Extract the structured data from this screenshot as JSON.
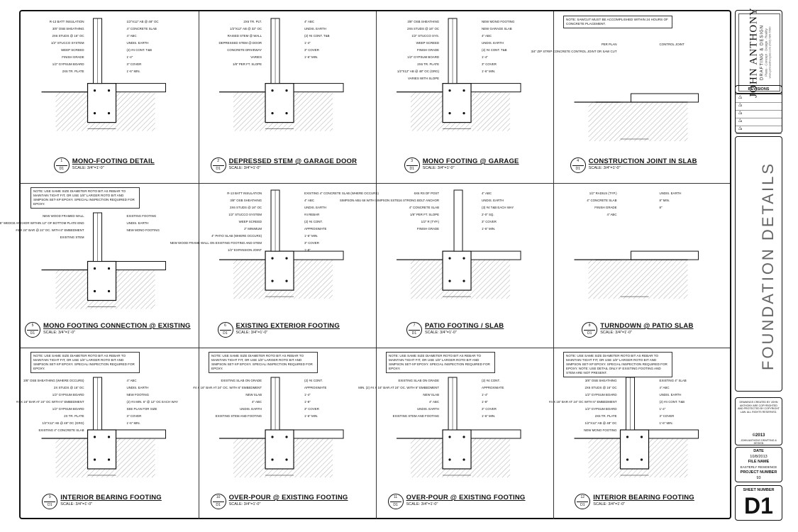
{
  "details": [
    {
      "num": "1",
      "sheet": "D1",
      "title": "MONO-FOOTING DETAIL",
      "scale": "SCALE: 3/4\"=1'-0\"",
      "note": "",
      "labels": [
        "R-13 BATT INSULATION",
        "3/8\" OSB SHEATHING",
        "2x6 STUDS @ 16\" OC",
        "1/2\" STUCCO SYSTEM",
        "WEEP SCREED",
        "FINISH GRADE",
        "1/2\" GYPSUM BOARD",
        "2x6 TR. PLATE",
        "1/2\"x12\" AB @ 48\" OC",
        "4\" CONCRETE SLAB",
        "4\" ABC",
        "UNDIS. EARTH",
        "(2) #4 CONT. T&B",
        "1'-4\"",
        "3\" COVER",
        "1'-6\" MIN."
      ]
    },
    {
      "num": "2",
      "sheet": "D1",
      "title": "DEPRESSED STEM @ GARAGE DOOR",
      "scale": "SCALE: 3/4\"=1'-0\"",
      "note": "",
      "labels": [
        "2x6 TR. PLT.",
        "1/2\"x12\" AB @ 32\" OC",
        "RAISED STEM @ WALL",
        "DEPRESSED STEM @ DOOR",
        "CONCRETE DRIVEWAY",
        "VARIES",
        "1/8\" PER FT. SLOPE",
        "4\" ABC",
        "UNDIS. EARTH",
        "(2) #4 CONT. T&B",
        "1'-4\"",
        "3\" COVER",
        "1'-6\" MIN."
      ]
    },
    {
      "num": "3",
      "sheet": "D1",
      "title": "MONO FOOTING @ GARAGE",
      "scale": "SCALE: 3/4\"=1'-0\"",
      "note": "",
      "labels": [
        "3/8\" OSB SHEATHING",
        "2x6 STUDS @ 16\" OC",
        "1/2\" STUCCO SYS.",
        "WEEP SCREED",
        "FINISH GRADE",
        "1/2\" GYPSUM BOARD",
        "2x6 TR. PLATE",
        "1/2\"x12\" AB @ 48\" OC (GRG)",
        "VARIES WITH SLOPE",
        "NEW MONO FOOTING",
        "NEW GARAGE SLAB",
        "4\" ABC",
        "UNDIS. EARTH",
        "(2) #4 CONT. T&B",
        "1'-4\"",
        "3\" COVER",
        "1'-6\" MIN."
      ]
    },
    {
      "num": "4",
      "sheet": "D1",
      "title": "CONSTRUCTION JOINT IN SLAB",
      "scale": "SCALE: 3/4\"=1'-0\"",
      "note": "NOTE: SAWCUT MUST BE ACCOMPLISHED WITHIN 24 HOURS OF CONCRETE PLACEMENT.",
      "labels": [
        "PER PLAN",
        "3/4\" ZIP STRIP CONCRETE CONTROL JOINT OR SAW CUT",
        "CONTROL JOINT"
      ]
    },
    {
      "num": "5",
      "sheet": "D1",
      "title": "MONO FOOTING CONNECTION @ EXISTING",
      "scale": "SCALE: 3/4\"=1'-0\"",
      "note": "NOTE: USE SAME SIZE DIAMETER ROTO BIT AS REBAR TO MAINTAIN TIGHT FIT, OR USE 1/8\" LARGER ROTO BIT AND SIMPSON SET-XP EPOXY. SPECIAL INSPECTION REQUIRED FOR EPOXY.",
      "labels": [
        "NEW WOOD FRAMED WALL",
        "SIMPSON 1/2\" x 5.5\" WEDGE ANCHOR WITHIN 12\" OF BOTTOM PLATE END",
        "#4 x 24\" BAR @ 24\" OC. WITH 6\" EMBEDMENT",
        "EXISTING STEM",
        "EXISTING FOOTING",
        "UNDIS. EARTH",
        "NEW MONO FOOTING"
      ]
    },
    {
      "num": "6",
      "sheet": "D1",
      "title": "EXISTING EXTERIOR FOOTING",
      "scale": "SCALE: 3/4\"=1'-0\"",
      "note": "",
      "labels": [
        "R-13 BATT INSULATION",
        "3/8\" OSB SHEATHING",
        "2x6 STUDS @ 16\" OC",
        "1/2\" STUCCO SYSTEM",
        "WEEP SCREED",
        "2\" MINIMUM",
        "4\" PATIO SLAB (WHERE OCCURS)",
        "NEW WOOD FRAME WALL ON EXISTING FOOTING AND STEM",
        "1/2\" EXPANSION JOINT",
        "EXISTING 4\" CONCRETE SLAB (WHERE OCCURS)",
        "4\" ABC",
        "UNDIS. EARTH",
        "#4 REBAR",
        "(2) #4 CONT.",
        "APPROXIMATE",
        "1'-6\" MIN.",
        "3\" COVER",
        "1'-8\""
      ]
    },
    {
      "num": "7",
      "sheet": "D1",
      "title": "PATIO FOOTING / SLAB",
      "scale": "SCALE: 3/4\"=1'-0\"",
      "note": "",
      "labels": [
        "6x6 RS DF POST",
        "SIMPSON ABU 66 WITH SIMPSON SSTB16 STRONG BOLT ANCHOR",
        "4\" CONCRETE SLAB",
        "1/8\" PER FT. SLOPE",
        "1/2\" R (TYP.)",
        "FINISH GRADE",
        "4\" ABC",
        "UNDIS. EARTH",
        "(3) #4 T&B EACH WAY",
        "2'-0\" SQ.",
        "3\" COVER",
        "1'-6\" MIN."
      ]
    },
    {
      "num": "8",
      "sheet": "D1",
      "title": "TURNDOWN @ PATIO SLAB",
      "scale": "SCALE: 3/4\"=1'-0\"",
      "note": "",
      "labels": [
        "1/2\" RADIUS (TYP.)",
        "4\" CONCRETE SLAB",
        "FINISH GRADE",
        "4\" ABC",
        "UNDIS. EARTH",
        "8\" MIN.",
        "8\""
      ]
    },
    {
      "num": "9",
      "sheet": "D1",
      "title": "INTERIOR BEARING FOOTING",
      "scale": "SCALE: 3/4\"=1'-0\"",
      "note": "NOTE: USE SAME SIZE DIAMETER ROTO BIT AS REBAR TO MAINTAIN TIGHT FIT, OR USE 1/8\" LARGER ROTO BIT AND SIMPSON SET-XP EPOXY. SPECIAL INSPECTION REQUIRED FOR EPOXY.",
      "labels": [
        "3/8\" OSB SHEATHING (WHERE OCCURS)",
        "2x STUDS @ 16\" OC",
        "1/2\" GYPSUM BOARD",
        "#4 x 16\" BAR AT 24\" OC WITH 6\" EMBEDMENT",
        "1/2\" GYPSUM BOARD",
        "2x TR. PLATE",
        "1/2\"x12\" AB @ 48\" OC (GRG)",
        "EXISTING 4\" CONCRETE SLAB",
        "4\" ABC",
        "UNDIS. EARTH",
        "NEW FOOTING",
        "(2) #4 MIN. 6\" @ 12\" OC EACH WAY",
        "SEE PLAN FOR SIZE",
        "3\" COVER",
        "1'-6\" MIN."
      ]
    },
    {
      "num": "10",
      "sheet": "D1",
      "title": "OVER-POUR @ EXISTING FOOTING",
      "scale": "SCALE: 3/4\"=1'-0\"",
      "note": "NOTE: USE SAME SIZE DIAMETER ROTO BIT AS REBAR TO MAINTAIN TIGHT FIT, OR USE 1/8\" LARGER ROTO BIT AND SIMPSON SET-XP EPOXY. SPECIAL INSPECTION REQUIRED FOR EPOXY.",
      "labels": [
        "EXISTING SLAB ON GRADE",
        "#4 x 16\" BAR AT 24\" OC. WITH 6\" EMBEDMENT",
        "NEW SLAB",
        "4\" ABC",
        "UNDIS. EARTH",
        "EXISTING STEM AND FOOTING",
        "(2) #4 CONT.",
        "APPROXIMATE",
        "1'-4\"",
        "1'-8\"",
        "3\" COVER",
        "1'-6\" MIN."
      ]
    },
    {
      "num": "11",
      "sheet": "D1",
      "title": "OVER-POUR @ EXISTING FOOTING",
      "scale": "SCALE: 3/4\"=1'-0\"",
      "note": "NOTE: USE SAME SIZE DIAMETER ROTO BIT AS REBAR TO MAINTAIN TIGHT FIT, OR USE 1/8\" LARGER ROTO BIT AND SIMPSON SET-XP EPOXY. SPECIAL INSPECTION REQUIRED FOR EPOXY.",
      "labels": [
        "EXISTING SLAB ON GRADE",
        "MIN. (2) #4 x 16\" BAR AT 24\" OC. WITH 6\" EMBEDMENT",
        "NEW SLAB",
        "4\" ABC",
        "UNDIS. EARTH",
        "EXISTING STEM AND FOOTING",
        "(2) #4 CONT.",
        "APPROXIMATE",
        "1'-4\"",
        "1'-8\"",
        "3\" COVER",
        "1'-6\" MIN."
      ]
    },
    {
      "num": "12",
      "sheet": "D1",
      "title": "INTERIOR BEARING FOOTING",
      "scale": "SCALE: 3/4\"=1'-0\"",
      "note": "NOTE: USE SAME SIZE DIAMETER ROTO BIT AS REBAR TO MAINTAIN TIGHT FIT, OR USE 1/8\" LARGER ROTO BIT AND SIMPSON SET-XP EPOXY. SPECIAL INSPECTION REQUIRED FOR EPOXY. NOTE: USE DETAIL ONLY IF EXISTING FOOTING AND STEM ARE NOT PRESENT.",
      "labels": [
        "3/8\" OSB SHEATHING",
        "2x6 STUDS @ 16\" OC",
        "1/2\" GYPSUM BOARD",
        "#4 x 16\" BAR AT 24\" OC WITH 6\" EMBEDMENT",
        "1/2\" GYPSUM BOARD",
        "2x6 TR. PLATE",
        "1/2\"x12\" AB @ 48\" OC",
        "NEW MONO FOOTING",
        "EXISTING 4\" SLAB",
        "4\" ABC",
        "UNDIS. EARTH",
        "(2) #4 CONT. T&B",
        "1'-4\"",
        "3\" COVER",
        "1'-6\" MIN."
      ]
    }
  ],
  "titleblock": {
    "company_name": "JOHN ANTHONY",
    "company_sub": "DRAFTING & DESIGN",
    "tagline": "Plans · Concept · Design · Reality",
    "contact": "www.johnanthonydd.com  (602) 686-5580",
    "revisions_header": "REVISIONS",
    "revisions": [
      "1",
      "2",
      "3",
      "4",
      "5"
    ],
    "sheet_title": "FOUNDATION DETAILS",
    "copyright_note": "DRAWINGS CREATED BY JOHN ANTHONY ARE COPYRIGHTED AND PROTECTED BY COPYRIGHT LAW. ALL RIGHTS RESERVED.",
    "copyright": "©2013",
    "copyright_sub": "JOHN ANTHONY DRAFTING & DESIGN",
    "date_label": "DATE",
    "date_value": "10/8/2013",
    "file_label": "FILE NAME",
    "file_value": "EASTERLY RESIDENCE",
    "project_label": "PROJECT NUMBER",
    "project_value": "93",
    "sheet_label": "SHEET NUMBER",
    "sheet_value": "D1"
  }
}
